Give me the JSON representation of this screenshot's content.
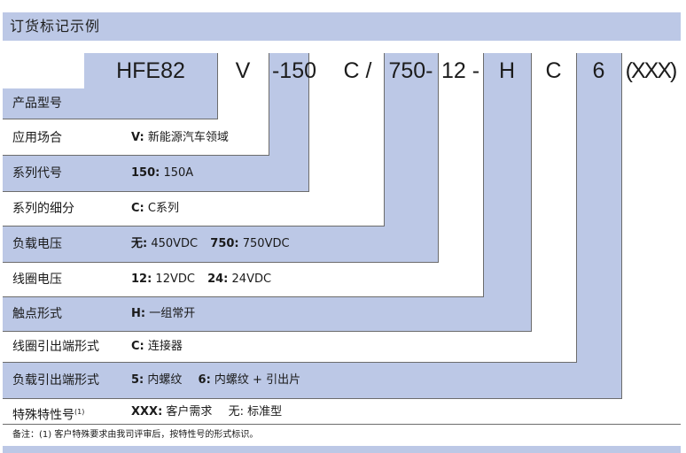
{
  "header": {
    "title": "订货标记示例"
  },
  "code_parts": [
    "HFE82",
    "V",
    "-150",
    "C /",
    "750-",
    "12 -",
    "H",
    "C",
    "6",
    "(XXX)"
  ],
  "rows": [
    {
      "label": "产品型号",
      "desc": []
    },
    {
      "label": "应用场合",
      "desc": [
        {
          "key": "V:",
          "val": " 新能源汽车领域"
        }
      ]
    },
    {
      "label": "系列代号",
      "desc": [
        {
          "key": "150:",
          "val": " 150A"
        }
      ]
    },
    {
      "label": "系列的细分",
      "desc": [
        {
          "key": "C:",
          "val": " C系列"
        }
      ]
    },
    {
      "label": "负载电压",
      "desc": [
        {
          "key": "无:",
          "val": " 450VDC"
        },
        {
          "key": "750:",
          "val": " 750VDC"
        }
      ]
    },
    {
      "label": "线圈电压",
      "desc": [
        {
          "key": "12:",
          "val": " 12VDC"
        },
        {
          "key": "24:",
          "val": " 24VDC"
        }
      ]
    },
    {
      "label": "触点形式",
      "desc": [
        {
          "key": "H:",
          "val": " 一组常开"
        }
      ]
    },
    {
      "label": "线圈引出端形式",
      "desc": [
        {
          "key": "C:",
          "val": " 连接器"
        }
      ]
    },
    {
      "label": "负载引出端形式",
      "desc": [
        {
          "key": "5:",
          "val": " 内螺纹"
        },
        {
          "key": "6:",
          "val": " 内螺纹 + 引出片"
        }
      ]
    },
    {
      "label": "特殊特性号",
      "sup": "(1)",
      "desc": [
        {
          "key": "XXX:",
          "val": " 客户需求"
        },
        {
          "key": "无:",
          "val": " 标准型"
        }
      ]
    }
  ],
  "note": "备注：(1) 客户特殊要求由我司评审后，按特性号的形式标识。"
}
